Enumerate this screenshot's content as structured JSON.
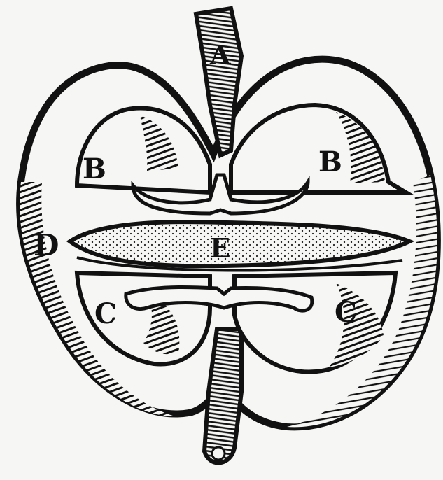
{
  "figure": {
    "labels": {
      "a": "A",
      "b_left": "B",
      "b_right": "B",
      "c_left": "C",
      "c_right": "C",
      "d": "D",
      "e": "E"
    }
  }
}
